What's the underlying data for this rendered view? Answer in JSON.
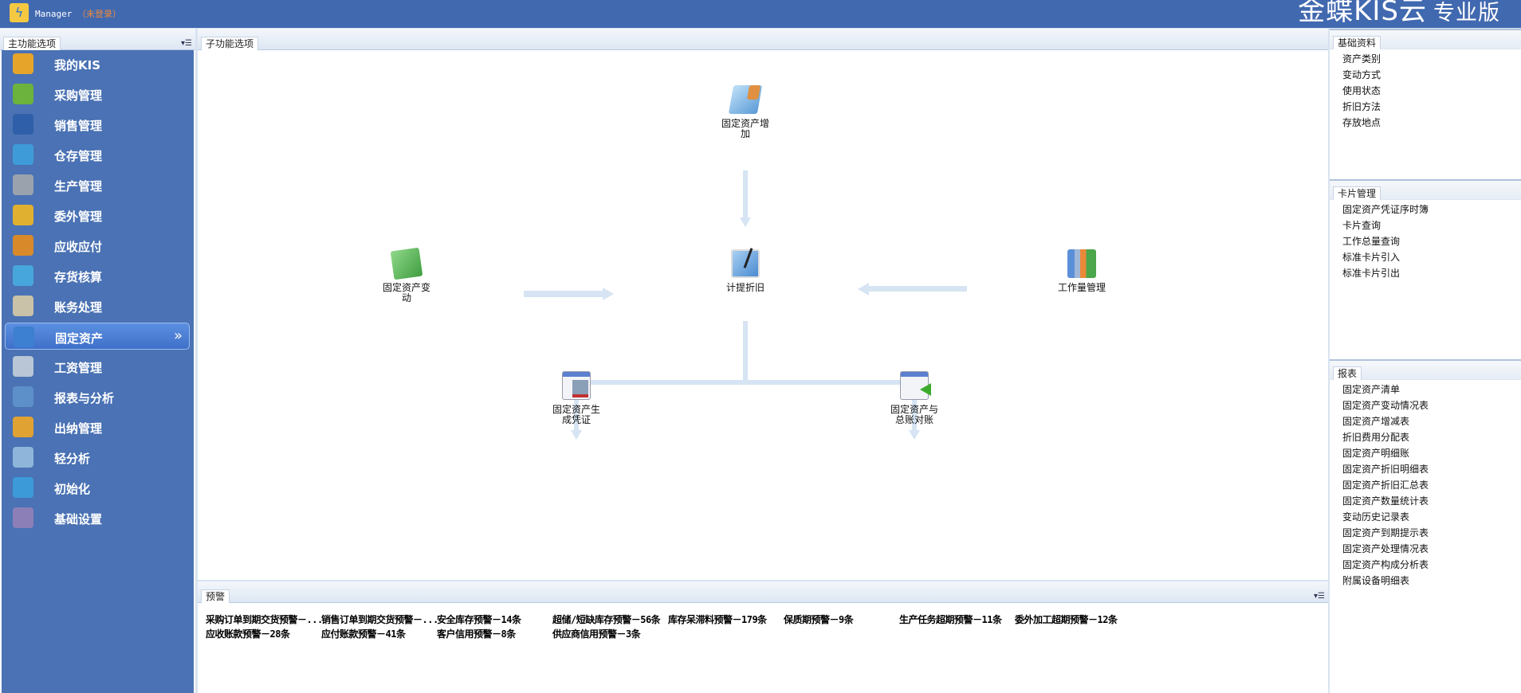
{
  "header": {
    "user": "Manager",
    "status": "（未登录）",
    "brand": "金蝶KIS云",
    "edition": "专业版"
  },
  "sidebar": {
    "tab": "主功能选项",
    "items": [
      {
        "label": "我的KIS",
        "color": "#e6a52a"
      },
      {
        "label": "采购管理",
        "color": "#6bb33c"
      },
      {
        "label": "销售管理",
        "color": "#2f5fa8"
      },
      {
        "label": "仓存管理",
        "color": "#3f9bd8"
      },
      {
        "label": "生产管理",
        "color": "#9aa3ad"
      },
      {
        "label": "委外管理",
        "color": "#e0b030"
      },
      {
        "label": "应收应付",
        "color": "#d88a2a"
      },
      {
        "label": "存货核算",
        "color": "#47a6dc"
      },
      {
        "label": "账务处理",
        "color": "#c9c2a8"
      },
      {
        "label": "固定资产",
        "color": "#3d7fd0",
        "selected": true
      },
      {
        "label": "工资管理",
        "color": "#b8c6d6"
      },
      {
        "label": "报表与分析",
        "color": "#5d8fc8"
      },
      {
        "label": "出纳管理",
        "color": "#e0a233"
      },
      {
        "label": "轻分析",
        "color": "#8fb6da"
      },
      {
        "label": "初始化",
        "color": "#3c9ad8"
      },
      {
        "label": "基础设置",
        "color": "#8c7fb8"
      }
    ]
  },
  "main": {
    "tab": "子功能选项",
    "nodes": {
      "add": "固定资产增加",
      "change": "固定资产变动",
      "depr": "计提折旧",
      "workload": "工作量管理",
      "voucher": "固定资产生成凭证",
      "reconcile": "固定资产与总账对账"
    }
  },
  "alerts": {
    "tab": "预警",
    "items": [
      "采购订单到期交货预警－...",
      "销售订单到期交货预警－...",
      "安全库存预警－14条",
      "超储/短缺库存预警－56条",
      "库存呆滞料预警－179条",
      "保质期预警－9条",
      "生产任务超期预警－11条",
      "委外加工超期预警－12条",
      "应收账款预警－28条",
      "应付账款预警－41条",
      "客户信用预警－8条",
      "供应商信用预警－3条"
    ]
  },
  "right": {
    "basic": {
      "title": "基础资料",
      "items": [
        "资产类别",
        "变动方式",
        "使用状态",
        "折旧方法",
        "存放地点"
      ]
    },
    "cards": {
      "title": "卡片管理",
      "items": [
        "固定资产凭证序时簿",
        "卡片查询",
        "工作总量查询",
        "标准卡片引入",
        "标准卡片引出"
      ]
    },
    "reports": {
      "title": "报表",
      "items": [
        "固定资产清单",
        "固定资产变动情况表",
        "固定资产增减表",
        "折旧费用分配表",
        "固定资产明细账",
        "固定资产折旧明细表",
        "固定资产折旧汇总表",
        "固定资产数量统计表",
        "变动历史记录表",
        "固定资产到期提示表",
        "固定资产处理情况表",
        "固定资产构成分析表",
        "附属设备明细表"
      ]
    }
  }
}
